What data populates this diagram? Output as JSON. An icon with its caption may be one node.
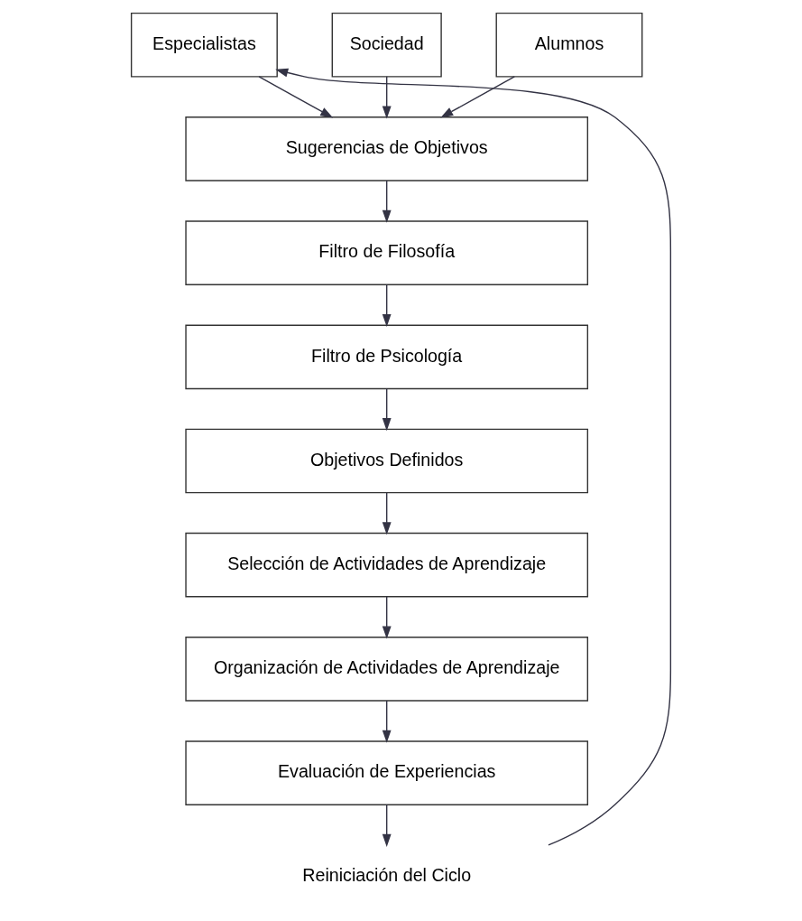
{
  "diagram": {
    "nodes": [
      {
        "text": [
          "Especialistas"
        ]
      },
      {
        "text": [
          "Alumnos"
        ]
      },
      {
        "text": [
          "Sociedad"
        ]
      },
      {
        "text": [
          "Sugerencias de Objetivos"
        ]
      },
      {
        "text": [
          "Filtro de Filosofía"
        ]
      },
      {
        "text": [
          "Filtro de Psicología"
        ]
      },
      {
        "text": [
          "Objetivos Definidos"
        ]
      },
      {
        "text": [
          "Selección de Actividades de Aprendizaje"
        ]
      },
      {
        "text": [
          "Organización de Actividades de Aprendizaje"
        ]
      },
      {
        "text": [
          "Evaluación de Experiencias"
        ]
      },
      {
        "text": [
          "Reiniciación del Ciclo"
        ]
      }
    ],
    "edges": [
      {
        "from": 0,
        "to": 3,
        "arrow": "to"
      },
      {
        "from": 1,
        "to": 3,
        "arrow": "to"
      },
      {
        "from": 2,
        "to": 3,
        "arrow": "to"
      },
      {
        "from": 3,
        "to": 4,
        "arrow": "to"
      },
      {
        "from": 4,
        "to": 5,
        "arrow": "to"
      },
      {
        "from": 5,
        "to": 6,
        "arrow": "to"
      },
      {
        "from": 6,
        "to": 7,
        "arrow": "to"
      },
      {
        "from": 7,
        "to": 8,
        "arrow": "to"
      },
      {
        "from": 8,
        "to": 9,
        "arrow": "to"
      },
      {
        "from": 9,
        "to": 10,
        "arrow": "to"
      },
      {
        "from": 10,
        "to": 0,
        "arrow": "to"
      }
    ]
  }
}
